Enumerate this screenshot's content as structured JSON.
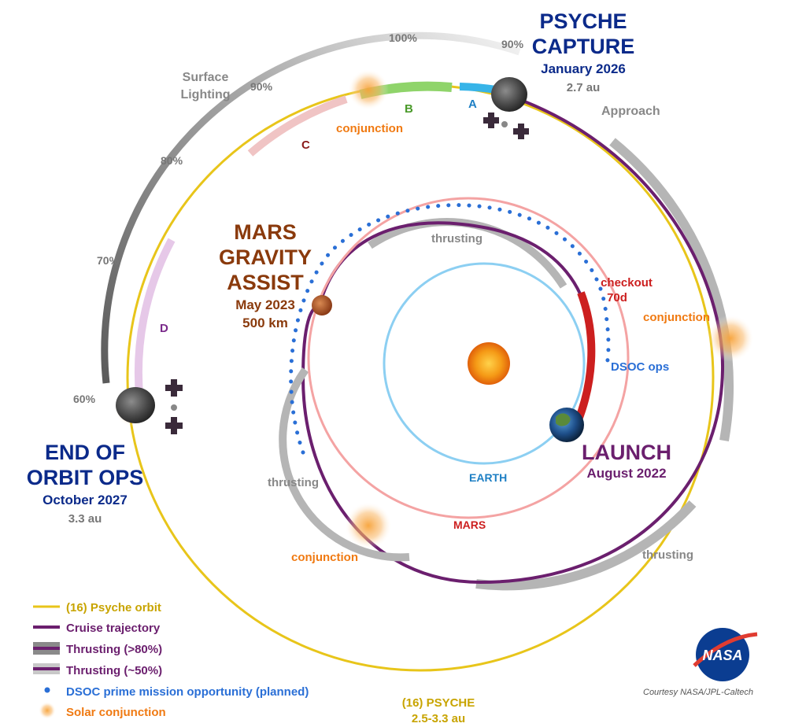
{
  "title": {
    "psyche_capture": [
      "PSYCHE",
      "CAPTURE"
    ],
    "psyche_capture_date": "January 2026",
    "psyche_capture_dist": "2.7 au",
    "end_of_orbit": [
      "END OF",
      "ORBIT OPS"
    ],
    "end_of_orbit_date": "October 2027",
    "end_of_orbit_dist": "3.3 au",
    "mars_assist": [
      "MARS",
      "GRAVITY",
      "ASSIST"
    ],
    "mars_assist_date": "May 2023",
    "mars_assist_alt": "500 km",
    "launch": "LAUNCH",
    "launch_date": "August 2022"
  },
  "labels": {
    "approach": "Approach",
    "surface_lighting": [
      "Surface",
      "Lighting"
    ],
    "phases": [
      "A",
      "B",
      "C",
      "D"
    ],
    "percentages": [
      "100%",
      "90%",
      "90%",
      "80%",
      "70%",
      "60%"
    ],
    "conjunction": "conjunction",
    "thrusting": "thrusting",
    "checkout": [
      "checkout",
      "70d"
    ],
    "dsoc_ops": "DSOC ops",
    "earth": "EARTH",
    "mars": "MARS",
    "psyche_orbit": [
      "(16) PSYCHE",
      "2.5-3.3 au"
    ],
    "credit": "Courtesy NASA/JPL-Caltech",
    "nasa": "NASA"
  },
  "legend": [
    {
      "key": "psyche-orbit",
      "label": "(16) Psyche orbit",
      "color": "#c8a400"
    },
    {
      "key": "cruise-trajectory",
      "label": "Cruise trajectory",
      "color": "#6b1f6e"
    },
    {
      "key": "thrusting-80",
      "label": "Thrusting (>80%)",
      "color": "#6b1f6e"
    },
    {
      "key": "thrusting-50",
      "label": "Thrusting (~50%)",
      "color": "#6b1f6e"
    },
    {
      "key": "dsoc",
      "label": "DSOC prime mission opportunity (planned)",
      "color": "#2a6fd6"
    },
    {
      "key": "solar-conjunction",
      "label": "Solar conjunction",
      "color": "#f07a12"
    }
  ],
  "colors": {
    "psyche_orbit": "#e8c51a",
    "cruise": "#6b1f6e",
    "earth_orbit": "#8ccff2",
    "mars_orbit": "#f4a3a3",
    "dsoc": "#2a6fd6",
    "checkout": "#cc1f1f",
    "conjunction": "#f07a12",
    "title_blue": "#0b2a8a",
    "mars_brown": "#8a3a0c"
  }
}
